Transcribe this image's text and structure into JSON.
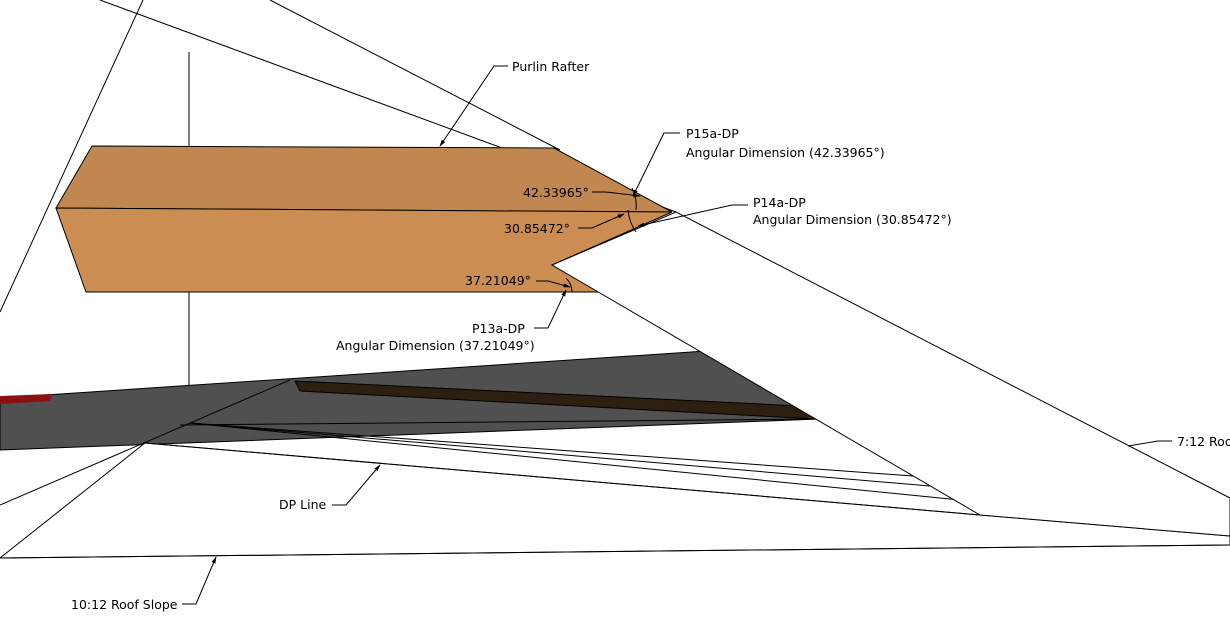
{
  "labels": {
    "purlin_rafter": "Purlin Rafter",
    "p15a_name": "P15a-DP",
    "p15a_desc": "Angular Dimension (42.33965°)",
    "p14a_name": "P14a-DP",
    "p14a_desc": "Angular Dimension (30.85472°)",
    "p13a_name": "P13a-DP",
    "p13a_desc": "Angular Dimension (37.21049°)",
    "angle_42": "42.33965°",
    "angle_30": "30.85472°",
    "angle_37": "37.21049°",
    "dp_line": "DP Line",
    "roof_712": "7:12 Roo",
    "roof_1012": "10:12 Roof Slope"
  },
  "colors": {
    "rafter_top": "#c08850",
    "rafter_bottom": "#cb8d52",
    "dark_plane": "#505050",
    "dark_beam": "#2e2010",
    "red_accent": "#8b1010",
    "line": "#000000"
  }
}
